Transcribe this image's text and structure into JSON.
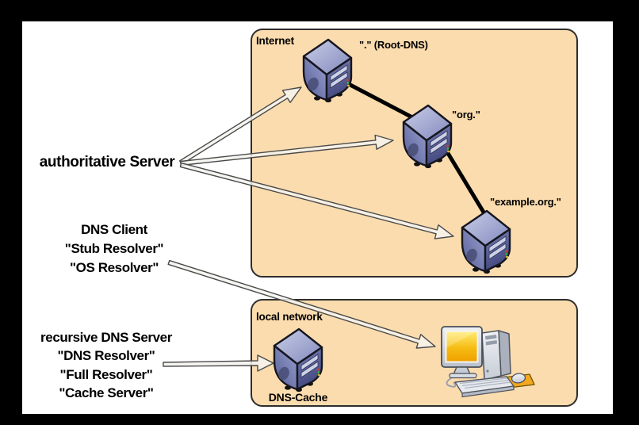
{
  "diagram": {
    "left_labels": {
      "authoritative": "authoritative Server",
      "dns_client": [
        "DNS Client",
        "\"Stub Resolver\"",
        "\"OS Resolver\""
      ],
      "recursive": [
        "recursive DNS Server",
        "\"DNS Resolver\"",
        "\"Full Resolver\"",
        "\"Cache Server\""
      ]
    },
    "internet": {
      "title": "Internet",
      "root_label": "\".\" (Root-DNS)",
      "org_label": "\"org.\"",
      "example_label": "\"example.org.\""
    },
    "local_network": {
      "title": "local network",
      "cache_label": "DNS-Cache"
    },
    "colors": {
      "background": "#000000",
      "panel": "#ffffff",
      "box_fill": "#fbdcae",
      "box_border": "#2e2e2e",
      "link": "#000000",
      "arrow_fill": "#f5f3ee",
      "arrow_border": "#4a4a4a"
    }
  }
}
